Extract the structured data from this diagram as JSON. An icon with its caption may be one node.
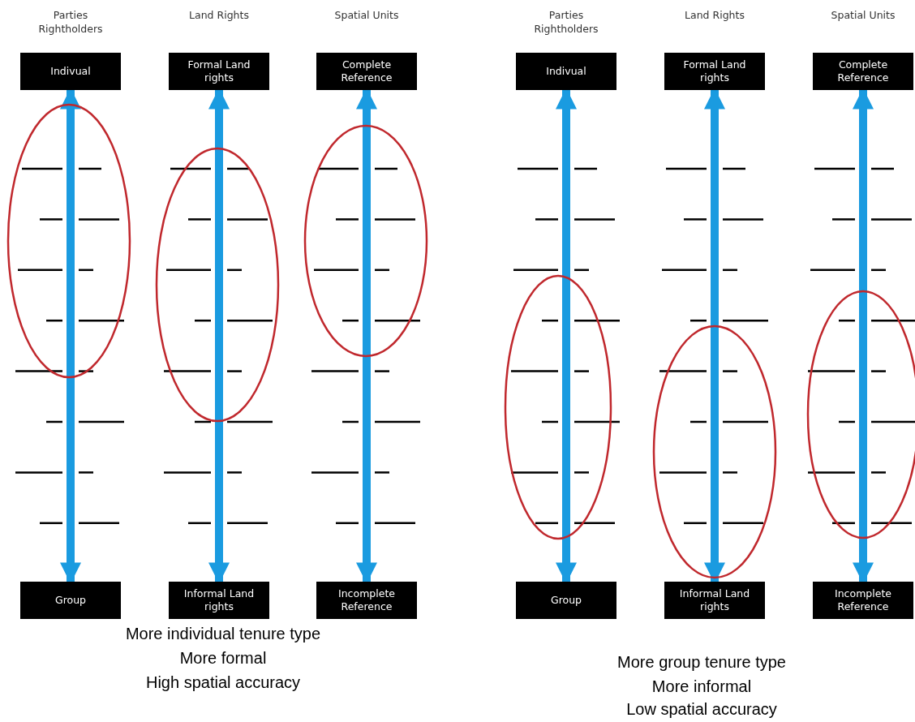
{
  "diagram": {
    "nodes": [
      {
        "text": [
          "Parties Rightholders",
          "Indivual"
        ]
      },
      {
        "text": [
          "Land Rights",
          "Formal Land rights"
        ]
      },
      {
        "text": [
          "Spatial Units",
          "Complete Reference"
        ]
      },
      {
        "text": [
          "Parties Rightholders",
          "Indivual"
        ]
      },
      {
        "text": [
          "Land Rights",
          "Formal Land rights"
        ]
      },
      {
        "text": [
          "Spatial Units",
          "Complete Reference"
        ]
      },
      {
        "text": [
          "Group"
        ]
      },
      {
        "text": [
          "Informal Land rights"
        ]
      },
      {
        "text": [
          "Incomplete Reference"
        ]
      },
      {
        "text": [
          "Group"
        ]
      },
      {
        "text": [
          "Informal Land rights"
        ]
      },
      {
        "text": [
          "Incomplete Reference"
        ]
      }
    ],
    "edges": [
      {
        "from": 0,
        "to": 6,
        "arrow": "both"
      },
      {
        "from": 1,
        "to": 7,
        "arrow": "both"
      },
      {
        "from": 2,
        "to": 8,
        "arrow": "both"
      },
      {
        "from": 3,
        "to": 9,
        "arrow": "both"
      },
      {
        "from": 4,
        "to": 10,
        "arrow": "both"
      },
      {
        "from": 5,
        "to": 11,
        "arrow": "both"
      }
    ],
    "labels": [
      "More individual tenure type",
      "More formal",
      "High spatial accuracy",
      "More group tenure type",
      "More informal",
      "Low spatial accuracy"
    ]
  }
}
